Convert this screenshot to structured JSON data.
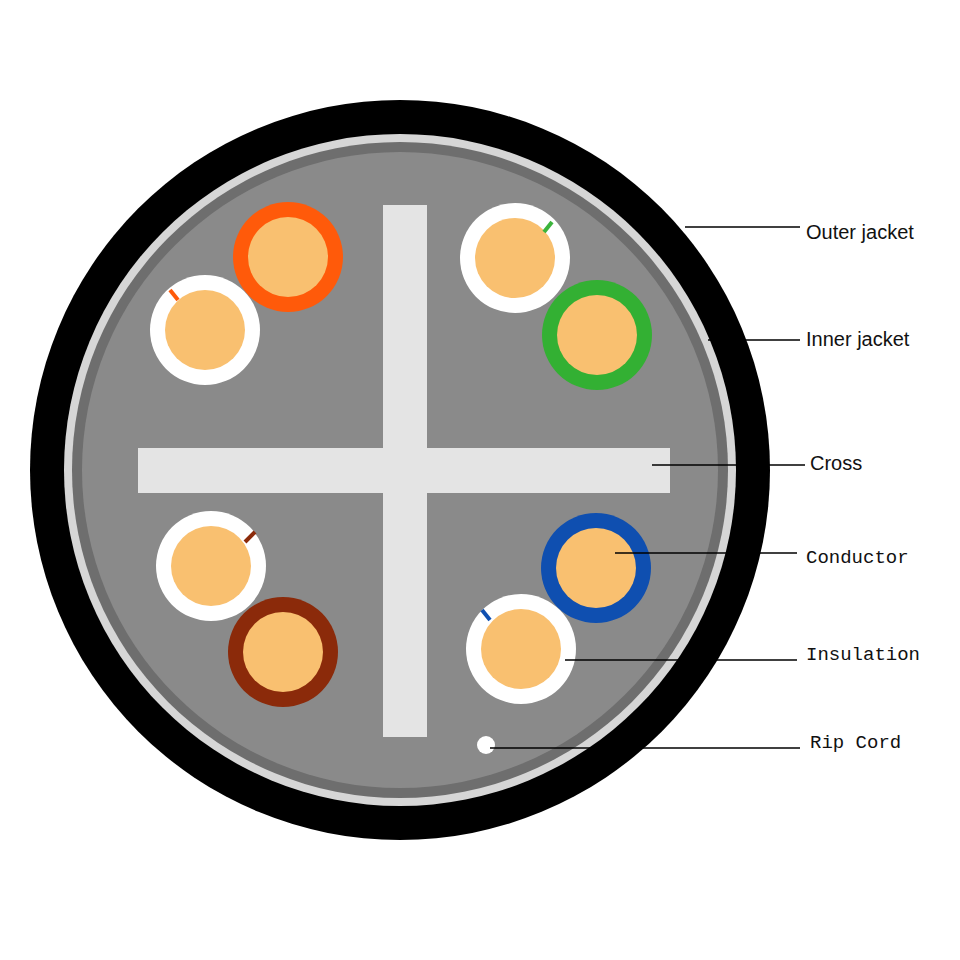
{
  "diagram": {
    "labels": [
      "Outer jacket",
      "Inner jacket",
      "Cross",
      "Conductor",
      "Insulation",
      "Rip Cord"
    ]
  }
}
